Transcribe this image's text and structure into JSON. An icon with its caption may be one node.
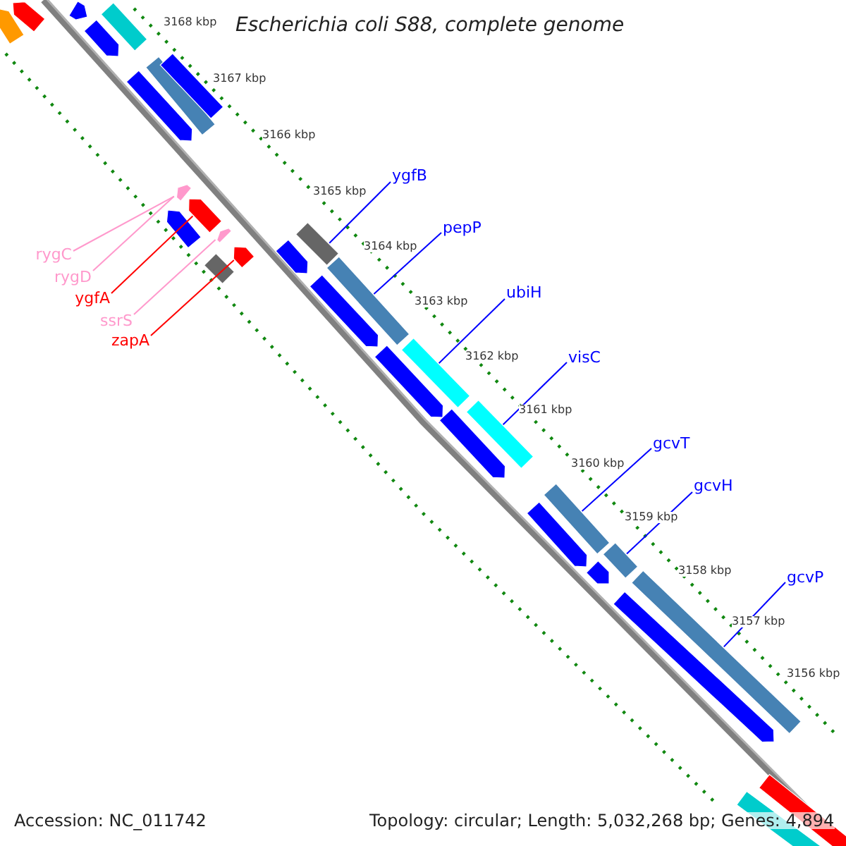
{
  "diagram": {
    "title": "Escherichia coli S88, complete genome",
    "nodes": [
      {
        "text": [
          "rygC"
        ]
      },
      {
        "text": [
          "rygD"
        ]
      },
      {
        "text": [
          "ygfA"
        ]
      },
      {
        "text": [
          "ssrS"
        ]
      },
      {
        "text": [
          "zapA"
        ]
      },
      {
        "text": [
          "ygfB"
        ]
      },
      {
        "text": [
          "pepP"
        ]
      },
      {
        "text": [
          "ubiH"
        ]
      },
      {
        "text": [
          "visC"
        ]
      },
      {
        "text": [
          "gcvT"
        ]
      },
      {
        "text": [
          "gcvH"
        ]
      },
      {
        "text": [
          "gcvP"
        ]
      },
      {
        "text": [],
        "shape": "pentagon"
      },
      {
        "text": [],
        "shape": "pentagon"
      },
      {
        "text": [],
        "shape": "pentagon"
      },
      {
        "text": [],
        "shape": "bar"
      },
      {
        "text": [],
        "shape": "pentagon"
      },
      {
        "text": [],
        "shape": "bar"
      },
      {
        "text": [],
        "shape": "bar"
      },
      {
        "text": [],
        "shape": "pentagon"
      },
      {
        "text": [],
        "shape": "pentagon"
      },
      {
        "text": [],
        "shape": "pentagon"
      },
      {
        "text": [],
        "shape": "pentagon"
      },
      {
        "text": [],
        "shape": "bar"
      },
      {
        "text": [],
        "shape": "pentagon"
      },
      {
        "text": [],
        "shape": "pentagon"
      },
      {
        "text": [],
        "shape": "pentagon"
      },
      {
        "text": [],
        "shape": "bar"
      },
      {
        "text": [],
        "shape": "bar"
      },
      {
        "text": [],
        "shape": "pentagon"
      },
      {
        "text": [],
        "shape": "bar"
      },
      {
        "text": [],
        "shape": "pentagon"
      },
      {
        "text": [],
        "shape": "bar"
      },
      {
        "text": [],
        "shape": "pentagon"
      },
      {
        "text": [],
        "shape": "bar"
      },
      {
        "text": [],
        "shape": "pentagon"
      },
      {
        "text": [],
        "shape": "bar"
      },
      {
        "text": [],
        "shape": "pentagon"
      },
      {
        "text": [],
        "shape": "bar"
      },
      {
        "text": [],
        "shape": "pentagon"
      },
      {
        "text": [],
        "shape": "bar"
      },
      {
        "text": [],
        "shape": "bar"
      }
    ],
    "edges": [
      {
        "from": 0,
        "to": 20,
        "arrow": "none",
        "color": "#ff99cc"
      },
      {
        "from": 1,
        "to": 20,
        "arrow": "none",
        "color": "#ff99cc"
      },
      {
        "from": 2,
        "to": 21,
        "arrow": "none",
        "color": "#ff0000"
      },
      {
        "from": 3,
        "to": 24,
        "arrow": "none",
        "color": "#ff99cc"
      },
      {
        "from": 4,
        "to": 26,
        "arrow": "none",
        "color": "#ff0000"
      },
      {
        "from": 5,
        "to": 23,
        "arrow": "none"
      },
      {
        "from": 6,
        "to": 28,
        "arrow": "none"
      },
      {
        "from": 7,
        "to": 30,
        "arrow": "none"
      },
      {
        "from": 8,
        "to": 32,
        "arrow": "none"
      },
      {
        "from": 9,
        "to": 34,
        "arrow": "none"
      },
      {
        "from": 10,
        "to": 36,
        "arrow": "none"
      },
      {
        "from": 11,
        "to": 38,
        "arrow": "none"
      }
    ],
    "labels": [
      "3168 kbp",
      "3167 kbp",
      "3166 kbp",
      "3165 kbp",
      "3164 kbp",
      "3163 kbp",
      "3162 kbp",
      "3161 kbp",
      "3160 kbp",
      "3159 kbp",
      "3158 kbp",
      "3157 kbp",
      "3156 kbp",
      "Accession: NC_011742",
      "Topology: circular; Length: 5,032,268 bp; Genes: 4,894"
    ]
  }
}
